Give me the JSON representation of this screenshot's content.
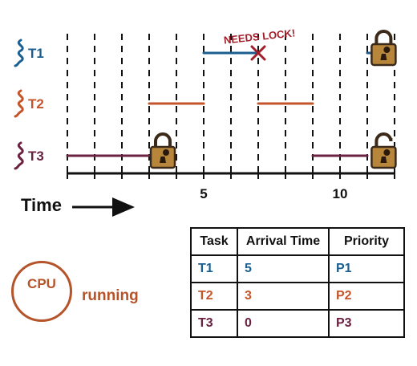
{
  "timeline": {
    "axis_label": "Time",
    "tick_labels": [
      {
        "t": 5,
        "text": "5"
      },
      {
        "t": 10,
        "text": "10"
      }
    ],
    "t_min": 0,
    "t_max": 12,
    "tasks": [
      {
        "name": "T1",
        "color": "#1a5f8f",
        "segments": [
          [
            5,
            7
          ],
          [
            11,
            12
          ]
        ]
      },
      {
        "name": "T2",
        "color": "#c4552a",
        "segments": [
          [
            3,
            5
          ],
          [
            7,
            9
          ]
        ]
      },
      {
        "name": "T3",
        "color": "#6b2140",
        "segments": [
          [
            0,
            3
          ],
          [
            9,
            11
          ]
        ]
      }
    ],
    "annotation": {
      "text": "NEEDS LOCK!",
      "color": "#a11d2a"
    },
    "blocked_marker": {
      "task": "T1",
      "t": 7
    },
    "locks": [
      {
        "task": "T1",
        "t": 11.6,
        "state": "locked"
      },
      {
        "task": "T3",
        "t": 3.5,
        "state": "locked"
      },
      {
        "task": "T3",
        "t": 11.6,
        "state": "unlocked"
      }
    ],
    "arrow_icon": "right-arrow-icon"
  },
  "cpu": {
    "label": "CPU",
    "status": "running",
    "color": "#b5542a"
  },
  "table": {
    "headers": [
      "Task",
      "Arrival Time",
      "Priority"
    ],
    "rows": [
      {
        "task": "T1",
        "arrival": "5",
        "priority": "P1",
        "color": "#1a5f8f"
      },
      {
        "task": "T2",
        "arrival": "3",
        "priority": "P2",
        "color": "#c4552a"
      },
      {
        "task": "T3",
        "arrival": "0",
        "priority": "P3",
        "color": "#6b2140"
      }
    ]
  }
}
